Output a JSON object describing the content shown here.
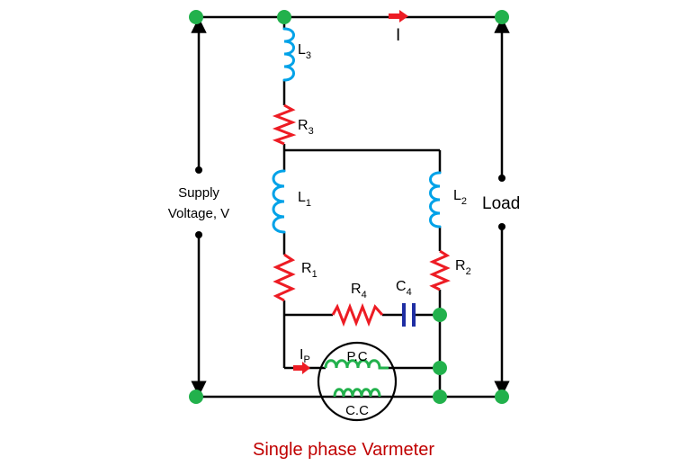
{
  "colors": {
    "wire": "#000000",
    "node": "#22b14c",
    "inductor": "#00a2e8",
    "resistor": "#ed1c24",
    "capacitor": "#1f2ea3",
    "coil": "#22b14c",
    "arrow": "#ed1c24",
    "caption": "#c00000"
  },
  "labels": {
    "current_i": "I",
    "l3": "L",
    "l3_sub": "3",
    "r3": "R",
    "r3_sub": "3",
    "l1": "L",
    "l1_sub": "1",
    "l2": "L",
    "l2_sub": "2",
    "r1": "R",
    "r1_sub": "1",
    "r2": "R",
    "r2_sub": "2",
    "r4": "R",
    "r4_sub": "4",
    "c4": "C",
    "c4_sub": "4",
    "ip": "I",
    "ip_sub": "P",
    "pc": "P.C",
    "cc": "C.C",
    "supply_line1": "Supply",
    "supply_line2": "Voltage, V",
    "load": "Load"
  },
  "caption": "Single phase Varmeter"
}
